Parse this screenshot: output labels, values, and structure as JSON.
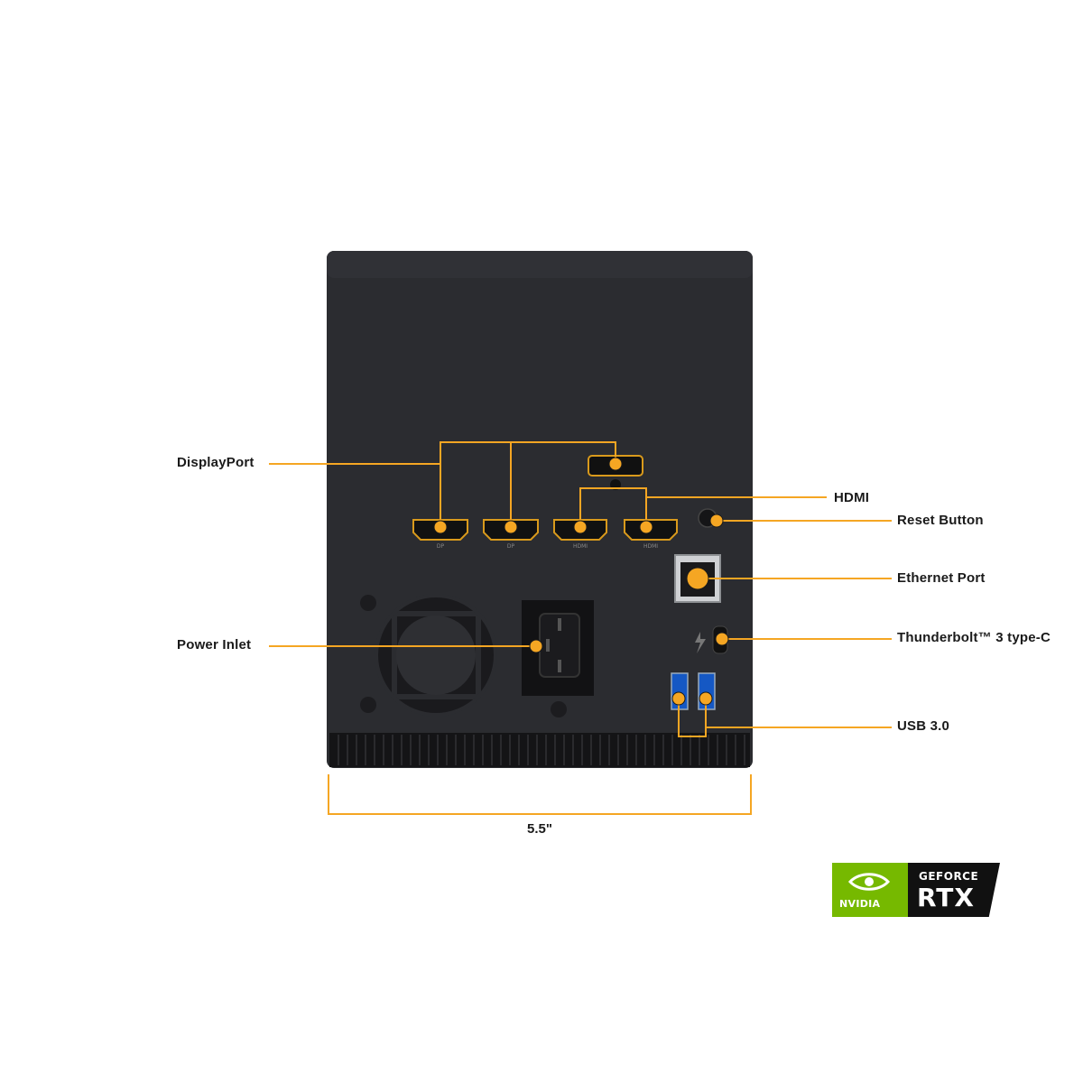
{
  "callouts": {
    "displayport": "DisplayPort",
    "hdmi": "HDMI",
    "reset_button": "Reset Button",
    "ethernet_port": "Ethernet Port",
    "power_inlet": "Power Inlet",
    "thunderbolt": "Thunderbolt™ 3 type-C",
    "usb": "USB 3.0"
  },
  "dimension": "5.5\"",
  "port_labels": {
    "dp": "DP",
    "hdmi": "HDMI"
  },
  "badge": {
    "brand": "NVIDIA",
    "line": "GEFORCE",
    "model": "RTX"
  },
  "colors": {
    "accent": "#f5a623",
    "chassis": "#2b2c30",
    "nvidia_green": "#76b900"
  }
}
